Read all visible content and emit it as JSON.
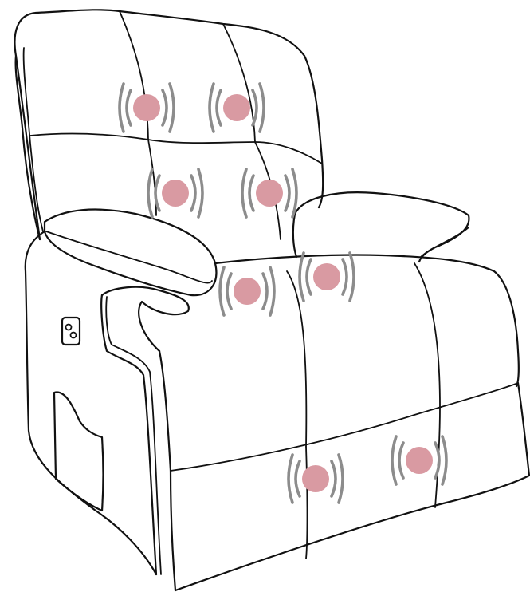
{
  "diagram": {
    "subject": "recliner-chair-massage-points",
    "colors": {
      "line": "#111111",
      "background": "#ffffff",
      "massage_dot": "#d99aa2",
      "vibration_wave": "#8c8c8c"
    },
    "massage_points": [
      {
        "zone": "back-upper-left",
        "icon": "vibration-dot"
      },
      {
        "zone": "back-upper-right",
        "icon": "vibration-dot"
      },
      {
        "zone": "back-lower-left",
        "icon": "vibration-dot"
      },
      {
        "zone": "back-lower-right",
        "icon": "vibration-dot"
      },
      {
        "zone": "seat-left",
        "icon": "vibration-dot"
      },
      {
        "zone": "seat-right",
        "icon": "vibration-dot"
      },
      {
        "zone": "footrest-left",
        "icon": "vibration-dot"
      },
      {
        "zone": "footrest-right",
        "icon": "vibration-dot"
      }
    ]
  }
}
